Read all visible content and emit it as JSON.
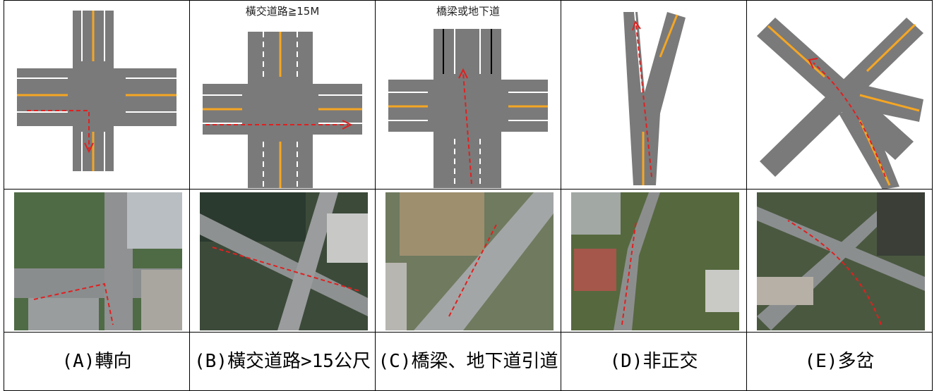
{
  "header_labels": {
    "b": "橫交道路≧15M",
    "c": "橋梁或地下道"
  },
  "captions": {
    "a": "(A)轉向",
    "b": "(B)橫交道路>15公尺",
    "c": "(C)橋梁、地下道引道",
    "d": "(D)非正交",
    "e": "(E)多岔"
  },
  "colors": {
    "road": "#7a7a7a",
    "lane_white": "#ffffff",
    "center_yellow": "#f5a623",
    "path_red": "#e02020"
  }
}
